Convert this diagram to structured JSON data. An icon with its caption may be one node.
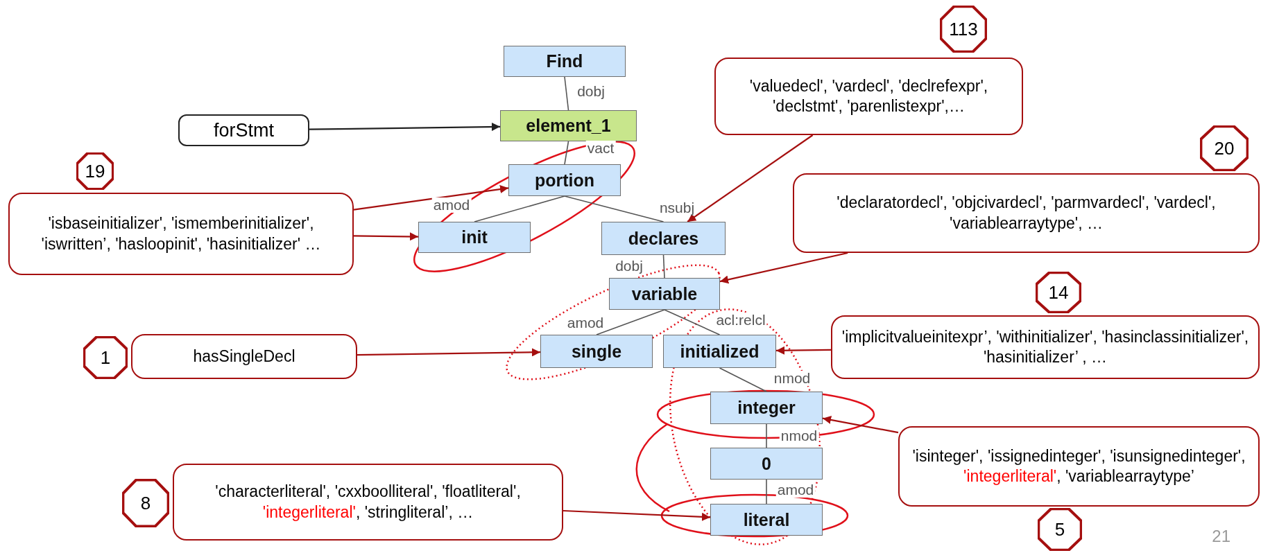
{
  "diagram": {
    "nodes": [
      {
        "text": [
          "Find"
        ]
      },
      {
        "text": [
          "element_1"
        ]
      },
      {
        "text": [
          "portion"
        ]
      },
      {
        "text": [
          "init"
        ]
      },
      {
        "text": [
          "declares"
        ]
      },
      {
        "text": [
          "variable"
        ]
      },
      {
        "text": [
          "single"
        ]
      },
      {
        "text": [
          "initialized"
        ]
      },
      {
        "text": [
          "integer"
        ]
      },
      {
        "text": [
          "0"
        ]
      },
      {
        "text": [
          "literal"
        ]
      },
      {
        "text": [
          "forStmt"
        ]
      },
      {
        "text": [
          "19"
        ]
      },
      {
        "text": [
          "'isbaseinitializer', 'ismemberinitializer', 'iswritten’, 'hasloopinit', 'hasinitializer' …"
        ]
      },
      {
        "text": [
          "113"
        ]
      },
      {
        "text": [
          "'valuedecl', 'vardecl', 'declrefexpr', 'declstmt', 'parenlistexpr',…"
        ]
      },
      {
        "text": [
          "20"
        ]
      },
      {
        "text": [
          "'declaratordecl', 'objcivardecl', 'parmvardecl', 'vardecl', 'variablearraytype', …"
        ]
      },
      {
        "text": [
          "14"
        ]
      },
      {
        "text": [
          "'implicitvalueinitexpr’, 'withinitializer', 'hasinclassinitializer', 'hasinitializer’ , …"
        ]
      },
      {
        "text": [
          "1"
        ]
      },
      {
        "text": [
          "hasSingleDecl"
        ]
      },
      {
        "text": [
          "5"
        ]
      },
      {
        "text": [
          "'isinteger', 'issignedinteger', 'isunsignedinteger', 'integerliteral', 'variablearraytype’"
        ]
      },
      {
        "text": [
          "8"
        ]
      },
      {
        "text": [
          "'characterliteral', 'cxxboolliteral', 'floatliteral', 'integerliteral', 'stringliteral’, …"
        ]
      }
    ],
    "edges": [
      {
        "from": 0,
        "to": 1,
        "arrow": "none",
        "label": "dobj"
      },
      {
        "from": 1,
        "to": 2,
        "arrow": "none",
        "label": "vact"
      },
      {
        "from": 2,
        "to": 3,
        "arrow": "none",
        "label": "amod"
      },
      {
        "from": 2,
        "to": 4,
        "arrow": "none",
        "label": "nsubj"
      },
      {
        "from": 4,
        "to": 5,
        "arrow": "none",
        "label": "dobj"
      },
      {
        "from": 5,
        "to": 6,
        "arrow": "none",
        "label": "amod"
      },
      {
        "from": 5,
        "to": 7,
        "arrow": "none",
        "label": "acl:relcl"
      },
      {
        "from": 7,
        "to": 8,
        "arrow": "none",
        "label": "nmod"
      },
      {
        "from": 8,
        "to": 9,
        "arrow": "none",
        "label": "nmod"
      },
      {
        "from": 9,
        "to": 10,
        "arrow": "none",
        "label": "amod"
      },
      {
        "from": 11,
        "to": 1,
        "arrow": "to",
        "color": "#222222"
      },
      {
        "from": 13,
        "to": 2,
        "arrow": "to",
        "color": "#a50f0f"
      },
      {
        "from": 13,
        "to": 3,
        "arrow": "to",
        "color": "#a50f0f"
      },
      {
        "from": 15,
        "to": 4,
        "arrow": "to",
        "color": "#a50f0f"
      },
      {
        "from": 17,
        "to": 5,
        "arrow": "to",
        "color": "#a50f0f"
      },
      {
        "from": 19,
        "to": 7,
        "arrow": "to",
        "color": "#a50f0f"
      },
      {
        "from": 23,
        "to": 8,
        "arrow": "to",
        "color": "#a50f0f"
      },
      {
        "from": 21,
        "to": 6,
        "arrow": "to",
        "color": "#a50f0f"
      },
      {
        "from": 25,
        "to": 10,
        "arrow": "to",
        "color": "#a50f0f"
      }
    ],
    "labels": [
      "21"
    ]
  }
}
